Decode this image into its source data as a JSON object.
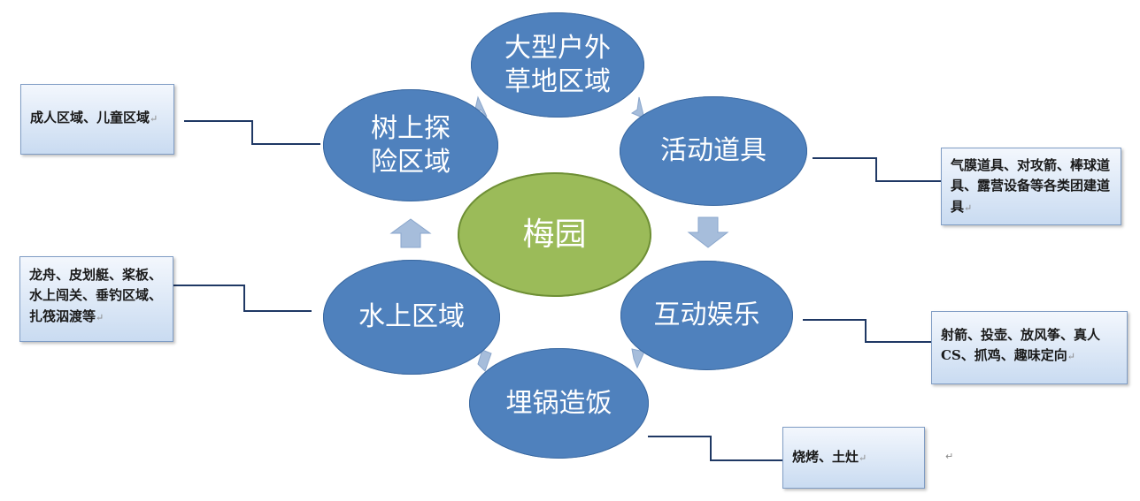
{
  "center": {
    "label": "梅园"
  },
  "areas": [
    {
      "id": "grass",
      "label": "大型户外\n草地区域"
    },
    {
      "id": "props",
      "label": "活动道具"
    },
    {
      "id": "interactive",
      "label": "互动娱乐"
    },
    {
      "id": "cooking",
      "label": "埋锅造饭"
    },
    {
      "id": "water",
      "label": "水上区域"
    },
    {
      "id": "tree",
      "label": "树上探\n险区域"
    }
  ],
  "notes": {
    "tree": "成人区域、儿童区域",
    "props": "气膜道具、对攻箭、棒球道具、露营设备等各类团建道具",
    "water": "龙舟、皮划艇、桨板、水上闯关、垂钓区域、扎筏泅渡等",
    "interactive": "射箭、投壶、放风筝、真人 CS、抓鸡、趣味定向",
    "cooking": "烧烤、土灶"
  },
  "colors": {
    "node_fill": "#4f81bd",
    "center_fill": "#9bbb59",
    "arrow_fill": "#a6bddb",
    "connector": "#1f3864"
  }
}
